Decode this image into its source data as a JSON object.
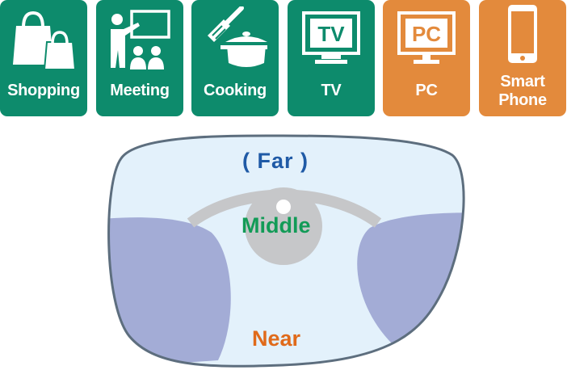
{
  "colors": {
    "green_tile": "#0d8b6c",
    "orange_tile": "#e38a3c",
    "lens_fill": "#e3f1fb",
    "lens_border": "#5d6e7e",
    "side_zone": "#a3acd6",
    "middle_band": "#c6c7c9",
    "far_text": "#1f5aa6",
    "middle_text": "#129b57",
    "near_text": "#e06a1a"
  },
  "tiles": [
    {
      "label": "Shopping",
      "icon": "shopping-bags-icon",
      "color": "green"
    },
    {
      "label": "Meeting",
      "icon": "presenter-board-icon",
      "color": "green"
    },
    {
      "label": "Cooking",
      "icon": "cooking-pot-spatula-icon",
      "color": "green"
    },
    {
      "label": "TV",
      "icon": "tv-screen-icon",
      "icon_text": "TV",
      "color": "green"
    },
    {
      "label": "PC",
      "icon": "pc-monitor-icon",
      "icon_text": "PC",
      "color": "orange"
    },
    {
      "label_lines": [
        "Smart",
        "Phone"
      ],
      "icon": "smartphone-icon",
      "color": "orange"
    }
  ],
  "lens": {
    "far": "( Far )",
    "middle": "Middle",
    "near": "Near"
  }
}
